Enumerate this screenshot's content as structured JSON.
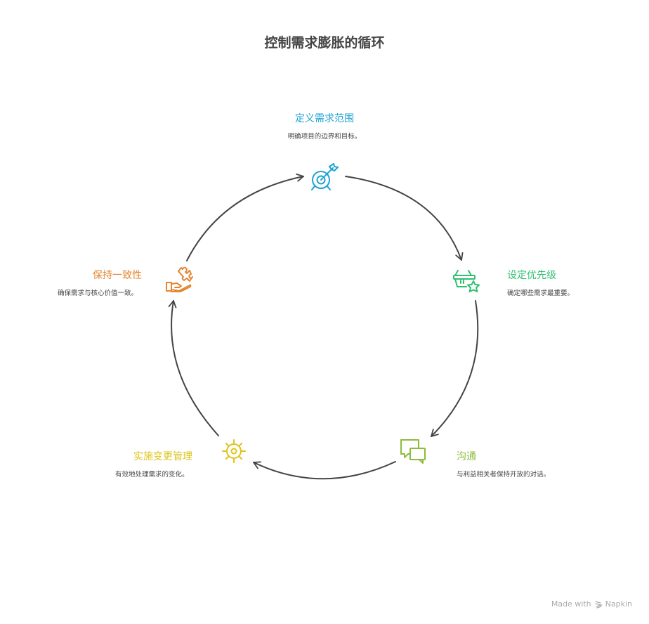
{
  "title": "控制需求膨胀的循环",
  "colors": {
    "arrow": "#444444",
    "define_scope": "#1fa3d4",
    "prioritize": "#2fbf71",
    "communicate": "#8bbd3a",
    "change_management": "#dfc31a",
    "consistency": "#e5852e",
    "text": "#444444",
    "watermark": "#aaaaaa"
  },
  "steps": [
    {
      "id": "define-scope",
      "label": "定义需求范围",
      "description": "明确项目的边界和目标。",
      "icon": "target-arrow-icon"
    },
    {
      "id": "prioritize",
      "label": "设定优先级",
      "description": "确定哪些需求最重要。",
      "icon": "basket-star-icon"
    },
    {
      "id": "communicate",
      "label": "沟通",
      "description": "与利益相关者保持开放的对话。",
      "icon": "chat-bubbles-icon"
    },
    {
      "id": "change-management",
      "label": "实施变更管理",
      "description": "有效地处理需求的变化。",
      "icon": "gear-sun-icon"
    },
    {
      "id": "consistency",
      "label": "保持一致性",
      "description": "确保需求与核心价值一致。",
      "icon": "hand-puzzle-icon"
    }
  ],
  "watermark": {
    "prefix": "Made with",
    "brand": "Napkin"
  }
}
